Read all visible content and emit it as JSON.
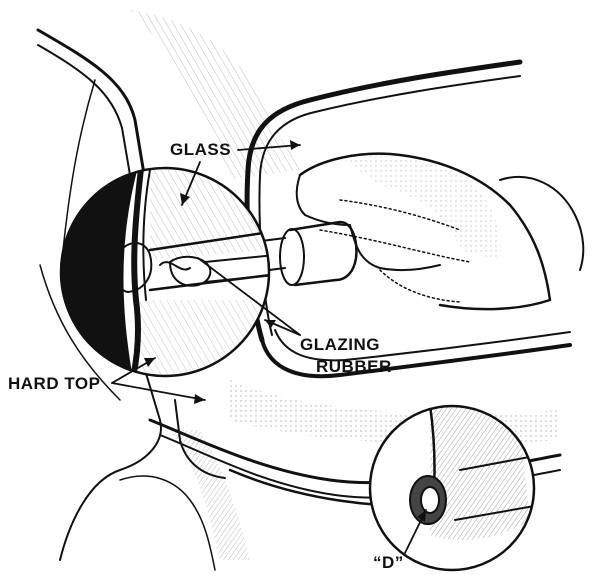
{
  "labels": {
    "glass": "GLASS",
    "glazing_line1": "GLAZING",
    "glazing_line2": "RUBBER",
    "hard_top": "HARD TOP",
    "d": "“D”"
  },
  "colors": {
    "ink": "#111111",
    "paper": "#ffffff",
    "shade": "#9a9a9a"
  }
}
